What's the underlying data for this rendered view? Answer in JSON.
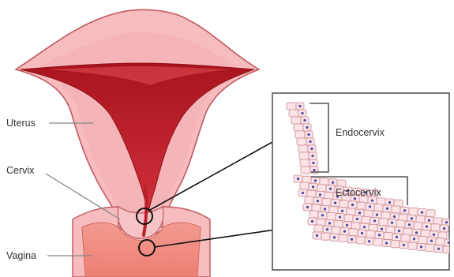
{
  "labels": {
    "uterus": "Uterus",
    "cervix": "Cervix",
    "vagina": "Vagina",
    "endocervix": "Endocervix",
    "ectocervix": "Ectocervix"
  },
  "colors": {
    "tissue_light": "#f7bcbe",
    "tissue_mid": "#ef9a9a",
    "tissue_outline": "#c0585f",
    "cavity": "#b8202a",
    "cavity_dark": "#8e1118",
    "vagina_fill": "#f08a80",
    "cell_fill": "#fbe3e6",
    "cell_outline": "#c98a94",
    "nucleus": "#4a4aa8",
    "inset_border": "#555555",
    "leader_line": "#888888",
    "pointer_line": "#111111"
  },
  "icons": {
    "magnifier_upper": "circle-lens",
    "magnifier_lower": "circle-lens"
  }
}
